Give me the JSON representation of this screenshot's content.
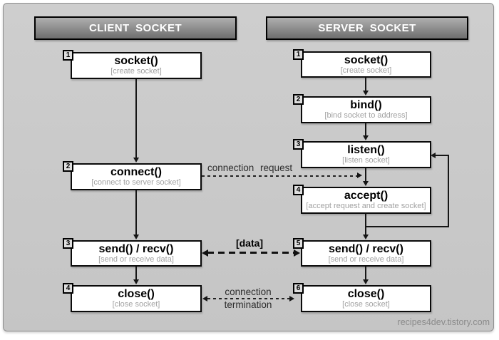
{
  "diagram": {
    "watermark": "recipes4dev.tistory.com",
    "client": {
      "header": "CLIENT SOCKET",
      "steps": [
        {
          "num": "1",
          "title": "socket()",
          "subtitle": "[create socket]"
        },
        {
          "num": "2",
          "title": "connect()",
          "subtitle": "[connect to server socket]"
        },
        {
          "num": "3",
          "title": "send() / recv()",
          "subtitle": "[send or receive data]"
        },
        {
          "num": "4",
          "title": "close()",
          "subtitle": "[close socket]"
        }
      ]
    },
    "server": {
      "header": "SERVER SOCKET",
      "steps": [
        {
          "num": "1",
          "title": "socket()",
          "subtitle": "[create socket]"
        },
        {
          "num": "2",
          "title": "bind()",
          "subtitle": "[bind socket to address]"
        },
        {
          "num": "3",
          "title": "listen()",
          "subtitle": "[listen socket]"
        },
        {
          "num": "4",
          "title": "accept()",
          "subtitle": "[accept request and create socket]"
        },
        {
          "num": "5",
          "title": "send() / recv()",
          "subtitle": "[send or receive data]"
        },
        {
          "num": "6",
          "title": "close()",
          "subtitle": "[close socket]"
        }
      ]
    },
    "labels": {
      "request": "connection request",
      "data": "[data]",
      "termination_line1": "connection",
      "termination_line2": "termination"
    },
    "colors": {
      "background": "#c9c9c9",
      "header_top": "#afafaf",
      "header_bottom": "#6e6e6e",
      "box_border": "#0a0a0a",
      "subtitle_text": "#a2a2a2",
      "watermark_text": "#8a8a8a"
    }
  }
}
